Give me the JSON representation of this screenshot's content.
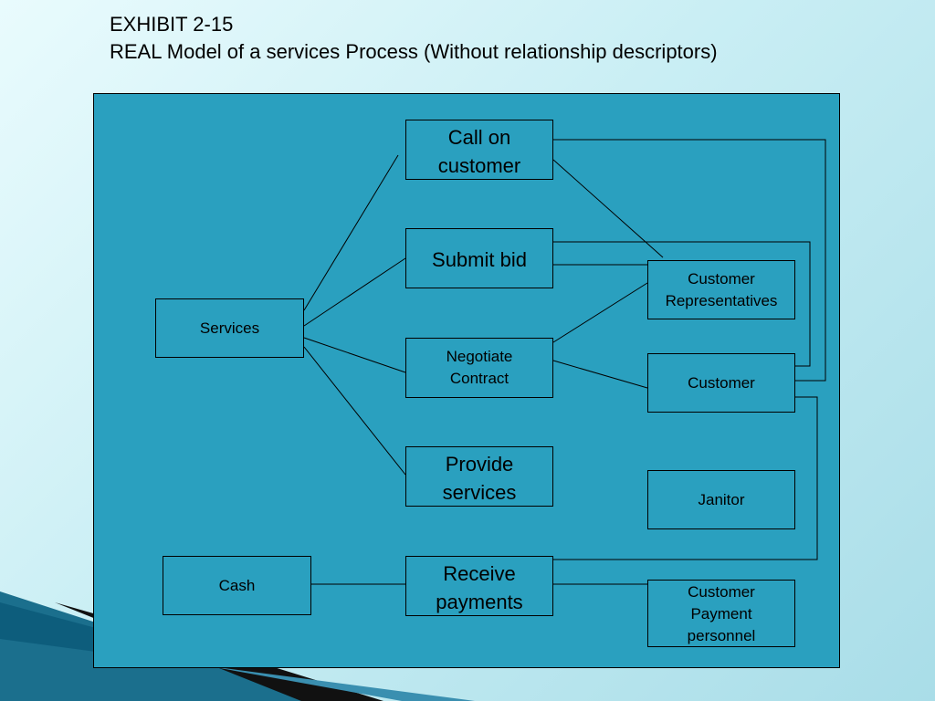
{
  "title": {
    "line1": "EXHIBIT 2-15",
    "line2": "REAL Model of a services Process (Without relationship descriptors)"
  },
  "nodes": {
    "services": "Services",
    "cash": "Cash",
    "call_on_customer": [
      "Call on",
      "customer"
    ],
    "submit_bid": "Submit bid",
    "negotiate_contract": [
      "Negotiate",
      "Contract"
    ],
    "provide_services": [
      "Provide",
      "services"
    ],
    "receive_payments": [
      "Receive",
      "payments"
    ],
    "customer_representatives": [
      "Customer",
      "Representatives"
    ],
    "customer": "Customer",
    "janitor": "Janitor",
    "customer_payment_personnel": [
      "Customer",
      "Payment",
      "personnel"
    ]
  },
  "colors": {
    "panel": "#2aa0bf",
    "background": "#c9eef4",
    "line": "#000000"
  }
}
